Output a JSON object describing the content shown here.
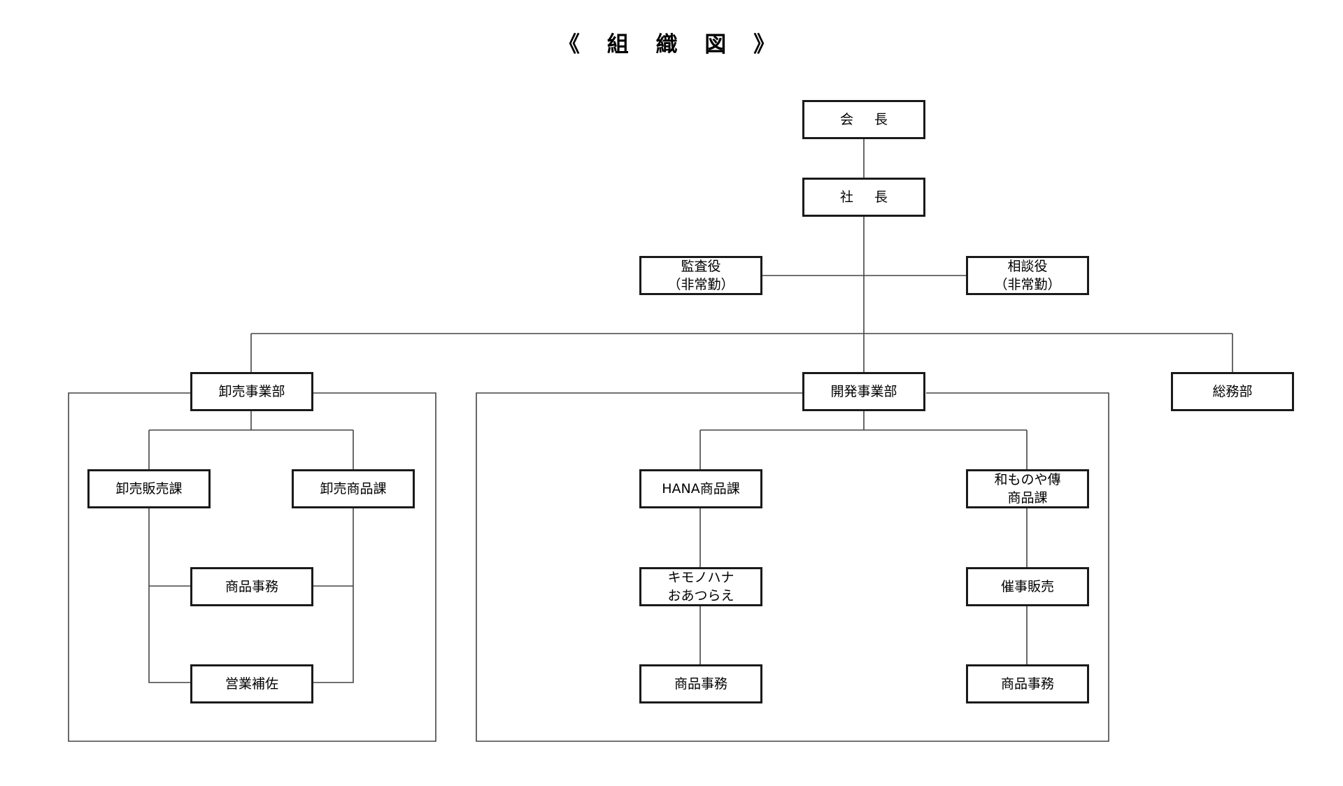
{
  "title": "《 組 織 図 》",
  "nodes": {
    "chairman": "会 長",
    "president": "社 長",
    "auditor": {
      "line1": "監査役",
      "line2": "（非常勤）"
    },
    "advisor": {
      "line1": "相談役",
      "line2": "（非常勤）"
    },
    "wholesale_division": "卸売事業部",
    "development_division": "開発事業部",
    "general_affairs": "総務部",
    "wholesale_sales": "卸売販売課",
    "wholesale_products": "卸売商品課",
    "wholesale_product_admin": "商品事務",
    "sales_support": "営業補佐",
    "hana_products": "HANA商品課",
    "kimono_hana": {
      "line1": "キモノハナ",
      "line2": "おあつらえ"
    },
    "hana_product_admin": "商品事務",
    "wamonoya": {
      "line1": "和ものや傳",
      "line2": "商品課"
    },
    "event_sales": "催事販売",
    "wamonoya_product_admin": "商品事務"
  }
}
